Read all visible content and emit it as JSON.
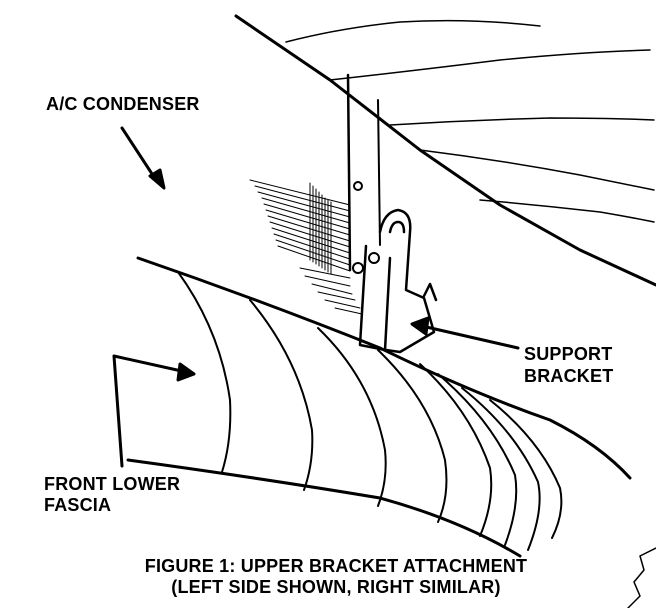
{
  "labels": {
    "condenser": "A/C CONDENSER",
    "support_line1": "SUPPORT",
    "support_line2": "BRACKET",
    "fascia_line1": "FRONT LOWER",
    "fascia_line2": "FASCIA"
  },
  "caption": {
    "line1": "FIGURE 1: UPPER BRACKET ATTACHMENT",
    "line2": "(LEFT SIDE SHOWN, RIGHT SIMILAR)"
  },
  "colors": {
    "ink": "#000000",
    "paper": "#ffffff"
  }
}
